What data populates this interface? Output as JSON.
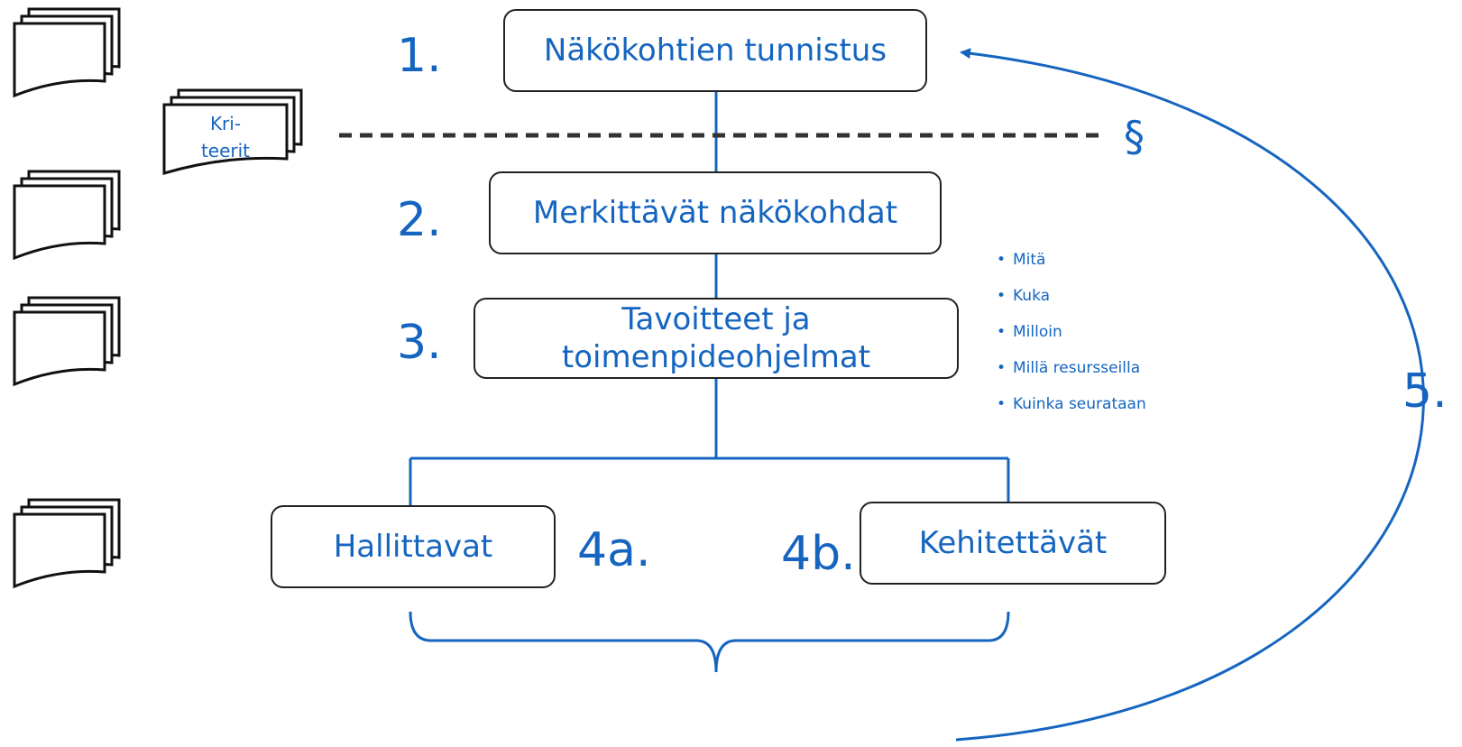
{
  "steps": {
    "s1": {
      "number": "1.",
      "label": "Näkökohtien tunnistus"
    },
    "s2": {
      "number": "2.",
      "label": "Merkittävät näkökohdat"
    },
    "s3": {
      "number": "3.",
      "label_line1": "Tavoitteet ja",
      "label_line2": "toimenpideohjelmat"
    },
    "s4a": {
      "number": "4a.",
      "label": "Hallittavat"
    },
    "s4b": {
      "number": "4b.",
      "label": "Kehitettävät"
    },
    "s5": {
      "number": "5."
    }
  },
  "criteria_document": {
    "line1": "Kri-",
    "line2": "teerit"
  },
  "legal_symbol": "§",
  "action_plan_items": [
    "Mitä",
    "Kuka",
    "Milloin",
    "Millä resursseilla",
    "Kuinka seurataan"
  ],
  "colors": {
    "accent": "#1565c0",
    "outline": "#222222",
    "dashed_line": "#333333"
  },
  "icons": [
    "document-stack-icon",
    "feedback-arrow-icon"
  ]
}
